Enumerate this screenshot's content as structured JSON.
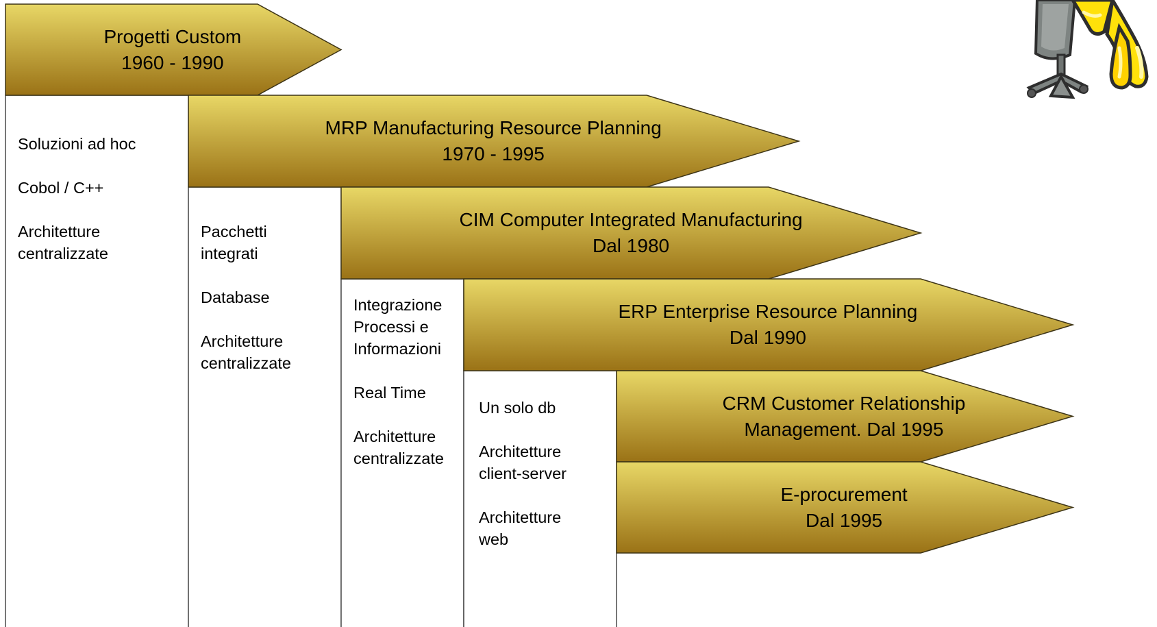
{
  "colors": {
    "arrow_fill_dark": "#9a7216",
    "arrow_fill_light": "#e8d766",
    "arrow_stroke": "#3d3416",
    "column_stroke": "#4a4a4a",
    "mascot_yellow": "#ffe10a",
    "mascot_outline": "#2e2e2e",
    "mascot_chair": "#7e8482"
  },
  "stages": [
    {
      "id": "progetti-custom",
      "title": "Progetti Custom",
      "period": "1960 - 1990"
    },
    {
      "id": "mrp",
      "title": "MRP Manufacturing Resource Planning",
      "period": "1970 - 1995"
    },
    {
      "id": "cim",
      "title": "CIM Computer Integrated Manufacturing",
      "period": "Dal 1980"
    },
    {
      "id": "erp",
      "title": "ERP Enterprise Resource Planning",
      "period": "Dal 1990"
    },
    {
      "id": "crm",
      "title": "CRM Customer Relationship",
      "period": "Management. Dal 1995"
    },
    {
      "id": "e-procurement",
      "title": "E-procurement",
      "period": "Dal 1995"
    }
  ],
  "columns": [
    {
      "id": "progetti-custom",
      "items": [
        [
          "Soluzioni ad hoc"
        ],
        [
          "Cobol / C++"
        ],
        [
          "Architetture",
          "centralizzate"
        ]
      ]
    },
    {
      "id": "mrp",
      "items": [
        [
          "Pacchetti",
          "integrati"
        ],
        [
          "Database"
        ],
        [
          "Architetture",
          "centralizzate"
        ]
      ]
    },
    {
      "id": "cim",
      "items": [
        [
          "Integrazione",
          "Processi e",
          "Informazioni"
        ],
        [
          "Real Time"
        ],
        [
          "Architetture",
          "centralizzate"
        ]
      ]
    },
    {
      "id": "erp",
      "items": [
        [
          "Un solo db"
        ],
        [
          "Architetture",
          "client-server"
        ],
        [
          "Architetture",
          "web"
        ]
      ]
    }
  ],
  "mascot": {
    "icon": "cartoon-mascot-on-office-chair-icon"
  }
}
